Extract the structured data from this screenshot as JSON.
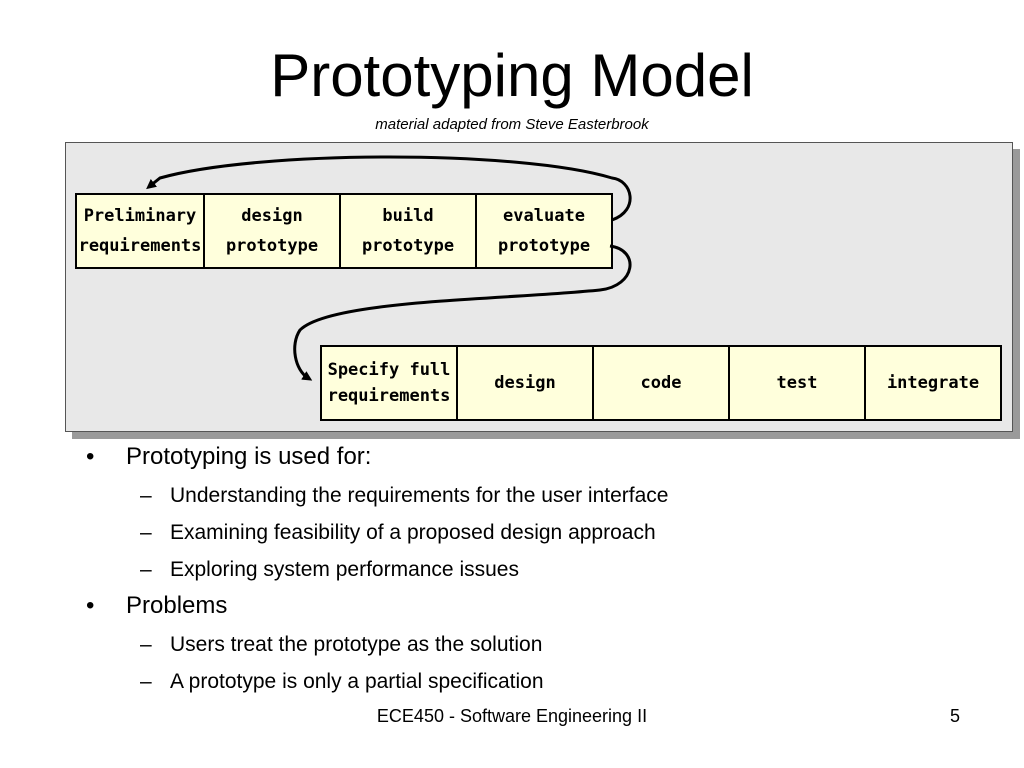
{
  "slide": {
    "title": "Prototyping Model",
    "subtitle": "material adapted from Steve Easterbrook"
  },
  "diagram": {
    "row1": [
      {
        "line1": "Preliminary",
        "line2": "requirements"
      },
      {
        "line1": "design",
        "line2": "prototype"
      },
      {
        "line1": "build",
        "line2": "prototype"
      },
      {
        "line1": "evaluate",
        "line2": "prototype"
      }
    ],
    "row2": [
      {
        "line1": "Specify full",
        "line2": "requirements"
      },
      {
        "line1": "design",
        "line2": ""
      },
      {
        "line1": "code",
        "line2": ""
      },
      {
        "line1": "test",
        "line2": ""
      },
      {
        "line1": "integrate",
        "line2": ""
      }
    ],
    "colors": {
      "box_fill": "#ffffdc",
      "panel": "#e8e8e8"
    }
  },
  "bullets": [
    {
      "text": "Prototyping is used for:",
      "sub": [
        "Understanding the requirements for the user interface",
        "Examining feasibility of a proposed design approach",
        "Exploring system performance issues"
      ]
    },
    {
      "text": "Problems",
      "sub": [
        "Users treat the prototype as the solution",
        "A prototype is only a partial specification"
      ]
    }
  ],
  "footer": {
    "course": "ECE450 - Software Engineering II",
    "page": "5"
  },
  "marks": {
    "bullet": "•",
    "dash": "–"
  }
}
